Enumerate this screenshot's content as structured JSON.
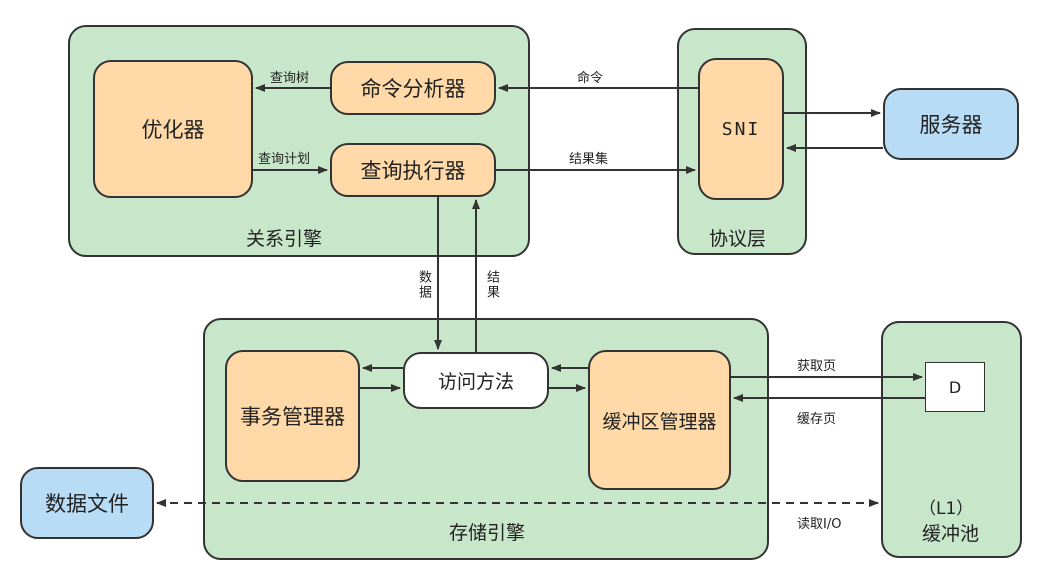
{
  "groups": {
    "relational_engine": "关系引擎",
    "protocol_layer": "协议层",
    "storage_engine": "存储引擎",
    "buffer_pool": "缓冲池",
    "buffer_pool_level": "（L1）"
  },
  "components": {
    "optimizer": "优化器",
    "command_parser": "命令分析器",
    "query_executor": "查询执行器",
    "sni": "SNI",
    "server": "服务器",
    "access_methods": "访问方法",
    "transaction_manager": "事务管理器",
    "buffer_manager": "缓冲区管理器",
    "data_page": "D",
    "data_files": "数据文件"
  },
  "edges": {
    "query_tree": "查询树",
    "query_plan": "查询计划",
    "command": "命令",
    "result_set": "结果集",
    "data": "数据",
    "result": "结果",
    "get_page": "获取页",
    "cache_page": "缓存页",
    "read_io": "读取I/O"
  },
  "colors": {
    "group_fill": "#c8e6c9",
    "component_fill": "#ffd9a8",
    "external_fill": "#b8dcf6",
    "border": "#333333"
  }
}
